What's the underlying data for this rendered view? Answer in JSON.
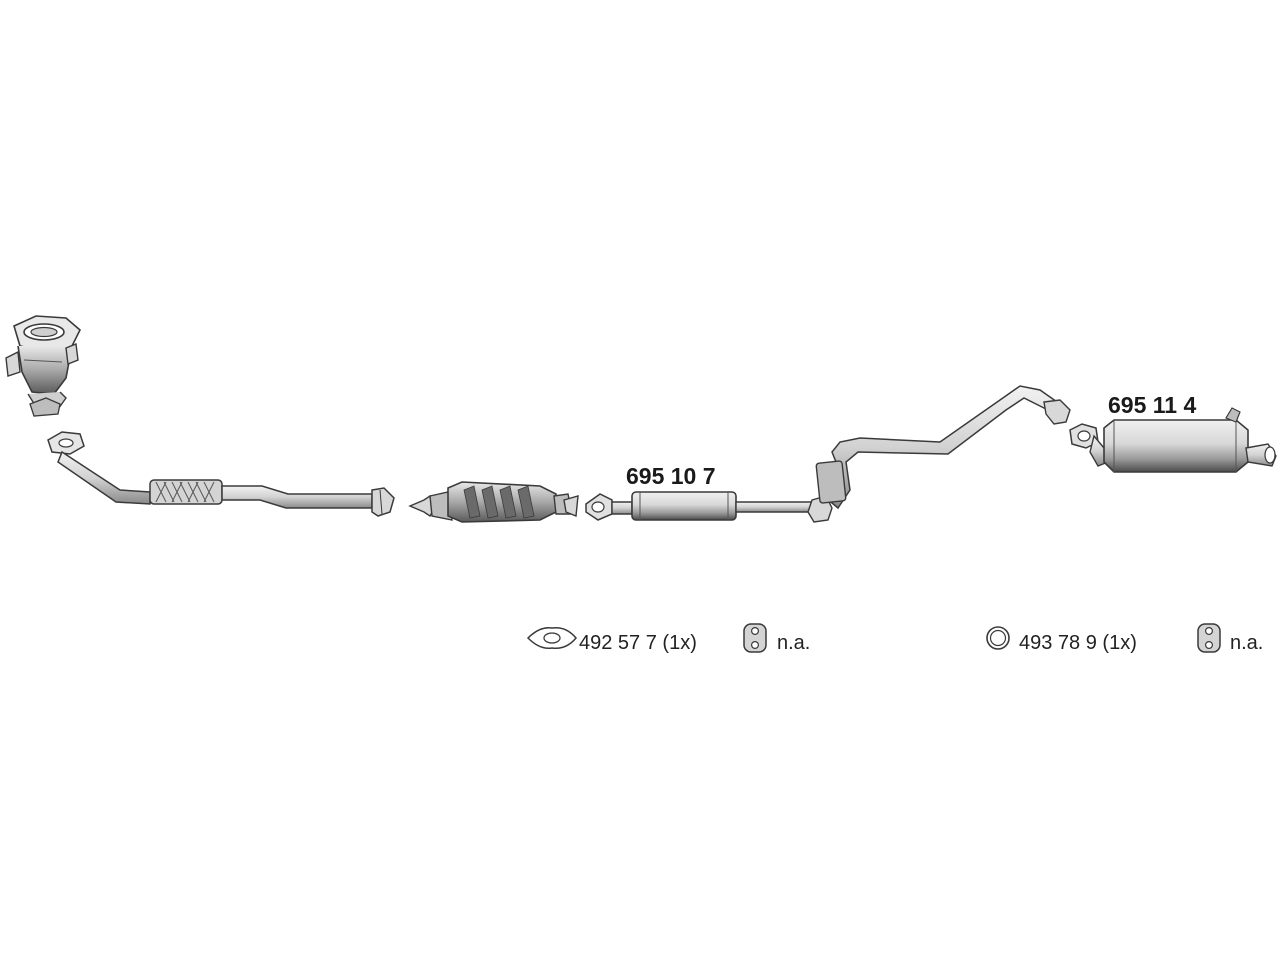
{
  "parts": {
    "front_silencer": {
      "number": "695 10 7"
    },
    "rear_silencer": {
      "number": "695 11 4"
    }
  },
  "legend": {
    "gasket_oval": {
      "icon": "oval-gasket-icon",
      "text": "492 57 7 (1x)"
    },
    "hanger_front": {
      "icon": "rubber-hanger-icon",
      "text": "n.a."
    },
    "ring_seal": {
      "icon": "ring-seal-icon",
      "text": "493 78 9 (1x)"
    },
    "hanger_rear": {
      "icon": "rubber-hanger-icon",
      "text": "n.a."
    }
  },
  "colors": {
    "line": "#3a3a3a",
    "fill_light": "#e6e6e6",
    "fill_mid": "#bdbdbd",
    "fill_dark": "#555555"
  }
}
